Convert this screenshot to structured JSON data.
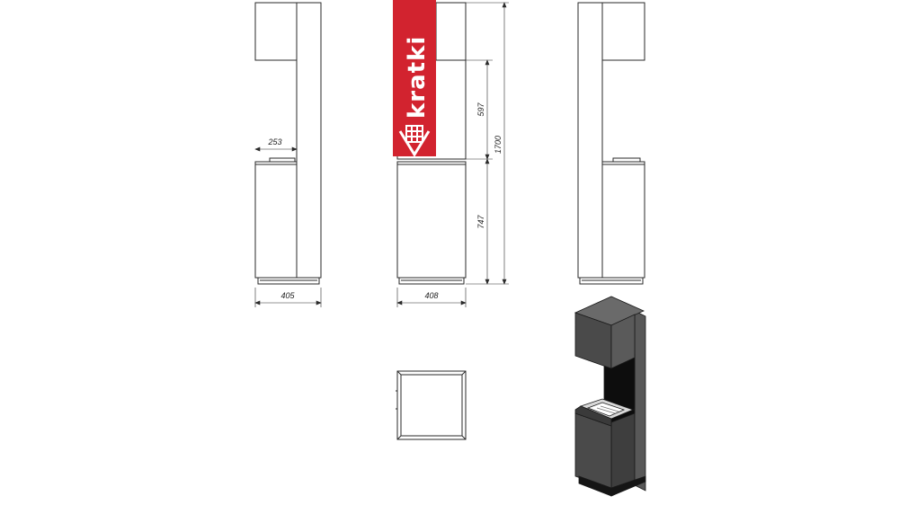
{
  "logo": {
    "brand": "kratki"
  },
  "dimensions": {
    "side_depth_top": "253",
    "side_width_bottom": "405",
    "front_width_bottom": "408",
    "front_upper_height": "597",
    "front_lower_height": "747",
    "total_height": "1700"
  },
  "colors": {
    "logo_red": "#d2232f",
    "line": "#2a2a2a",
    "panel_dark": "#4a4a4a",
    "panel_top": "#6a6a6a",
    "niche": "#0d0d0d"
  }
}
